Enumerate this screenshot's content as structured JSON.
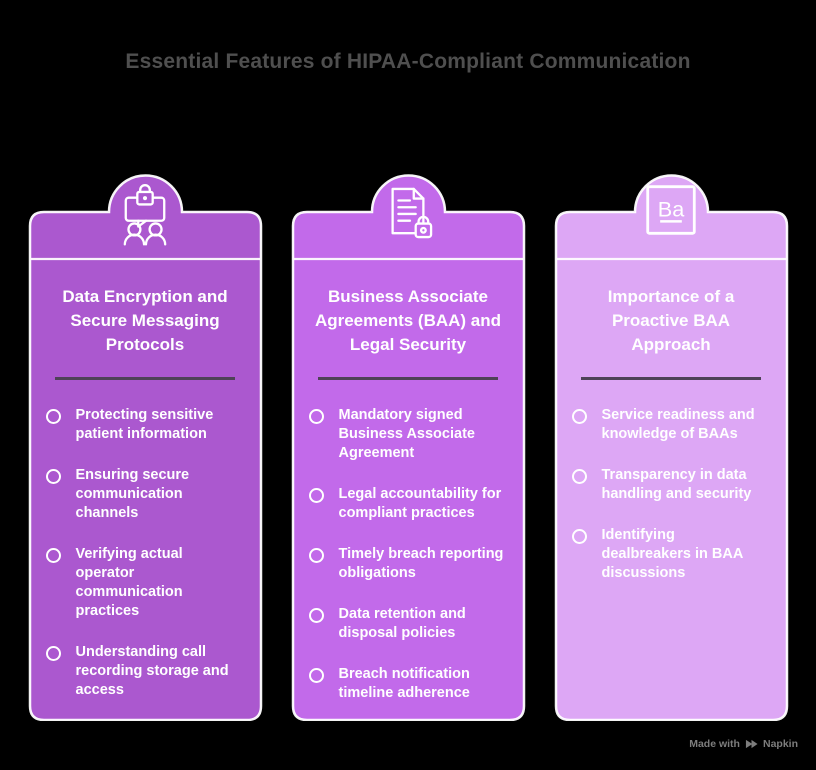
{
  "page": {
    "background": "#000000"
  },
  "title": {
    "text": "Essential Features of HIPAA-Compliant Communication",
    "color": "#4f4f4f"
  },
  "cards": [
    {
      "id": "data-encryption-secure-messaging",
      "color": "#ab58cf",
      "icon": "chat-lock-people-icon",
      "title": "Data Encryption and Secure Messaging Protocols",
      "bullets": [
        "Protecting sensitive patient information",
        "Ensuring secure communication channels",
        "Verifying actual operator communication practices",
        "Understanding call recording storage and access"
      ]
    },
    {
      "id": "baa-legal-security",
      "color": "#c26aea",
      "icon": "document-lock-icon",
      "title": "Business Associate Agreements (BAA) and Legal Security",
      "bullets": [
        "Mandatory signed Business Associate Agreement",
        "Legal accountability for compliant practices",
        "Timely breach reporting obligations",
        "Data retention and disposal policies",
        "Breach notification timeline adherence"
      ]
    },
    {
      "id": "proactive-baa-approach",
      "color": "#dda7f5",
      "icon": "ba-element-icon",
      "title": "Importance of a Proactive BAA Approach",
      "bullets": [
        "Service readiness and knowledge of BAAs",
        "Transparency in data handling and security",
        "Identifying dealbreakers in BAA discussions"
      ]
    }
  ],
  "footer": {
    "made_with": "Made with",
    "brand": "Napkin"
  },
  "styles": {
    "divider_color": "#4e4257",
    "outline_color": "#ffffff"
  }
}
